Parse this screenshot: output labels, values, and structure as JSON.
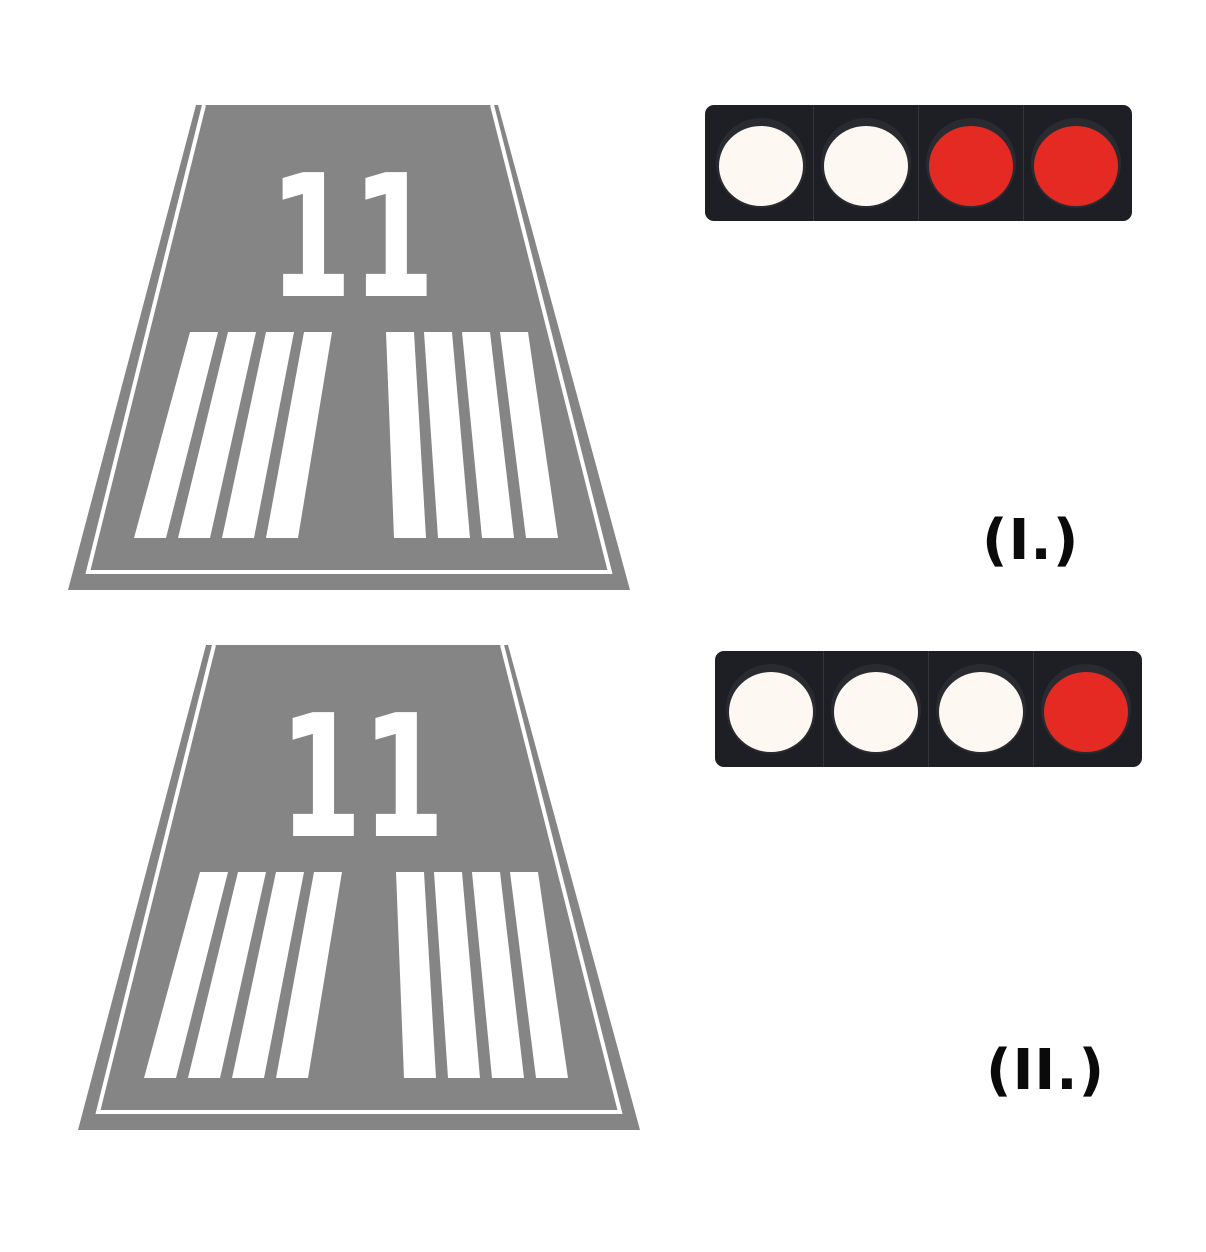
{
  "colors": {
    "runway_surface": "#858585",
    "runway_markings": "#ffffff",
    "papi_housing": "#1e1f24",
    "papi_white": "#fdf8f1",
    "papi_red": "#e42a22",
    "label_text": "#0a0a0a"
  },
  "panels": [
    {
      "label": "(I.)",
      "runway_number": "11",
      "papi_lights": [
        "white",
        "white",
        "red",
        "red"
      ]
    },
    {
      "label": "(II.)",
      "runway_number": "11",
      "papi_lights": [
        "white",
        "white",
        "white",
        "red"
      ]
    }
  ]
}
